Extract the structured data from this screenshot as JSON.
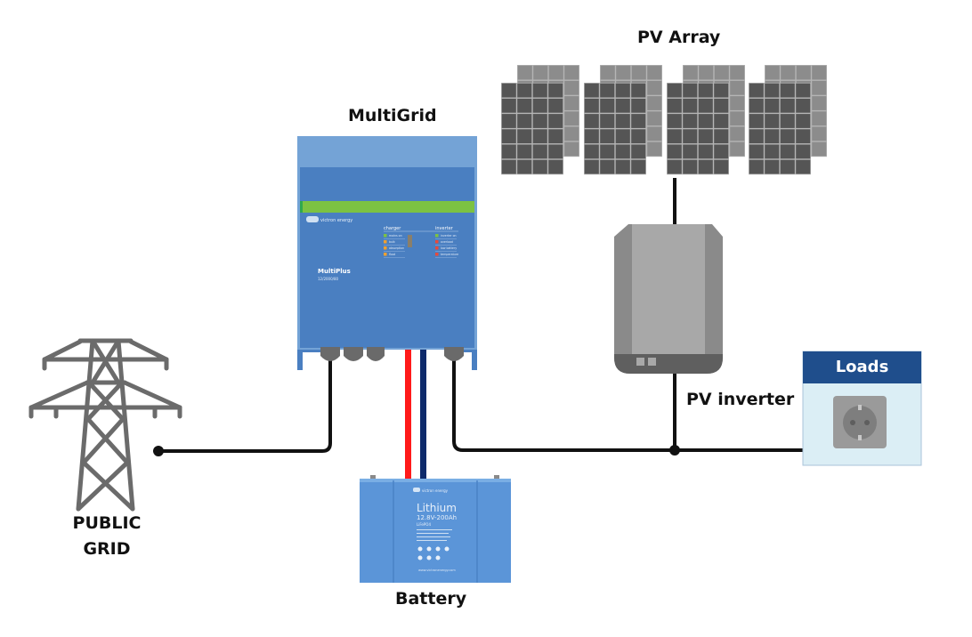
{
  "labels": {
    "pv_array": "PV Array",
    "multigrid": "MultiGrid",
    "pv_inverter": "PV inverter",
    "loads": "Loads",
    "public_grid_line1": "PUBLIC",
    "public_grid_line2": "GRID",
    "battery": "Battery"
  },
  "multigrid_device": {
    "brand": "victron energy",
    "model": "MultiPlus",
    "model_sub": "12/2000/80",
    "charger_heading": "charger",
    "inverter_heading": "inverter",
    "charger_leds": [
      "mains on",
      "bulk",
      "absorption",
      "float"
    ],
    "inverter_leds": [
      "inverter on",
      "overload",
      "low battery",
      "temperature"
    ]
  },
  "battery_device": {
    "brand": "victron energy",
    "title": "Lithium",
    "rating": "12.8V-200Ah",
    "chemistry": "LiFePO4",
    "footer": "www.victronenergy.com"
  },
  "colors": {
    "device_blue": "#4a7fc1",
    "device_blue_light": "#74a3d6",
    "status_green": "#7cc242",
    "wire_black": "#111111",
    "wire_positive": "#ff1a1a",
    "wire_negative": "#0d2a6b",
    "panel_dark": "#555555",
    "panel_light": "#8c8c8c",
    "inverter_gray": "#a6a6a6",
    "loads_header": "#1f4e8c",
    "loads_body": "#dbeef5",
    "tower_gray": "#6b6b6b"
  }
}
